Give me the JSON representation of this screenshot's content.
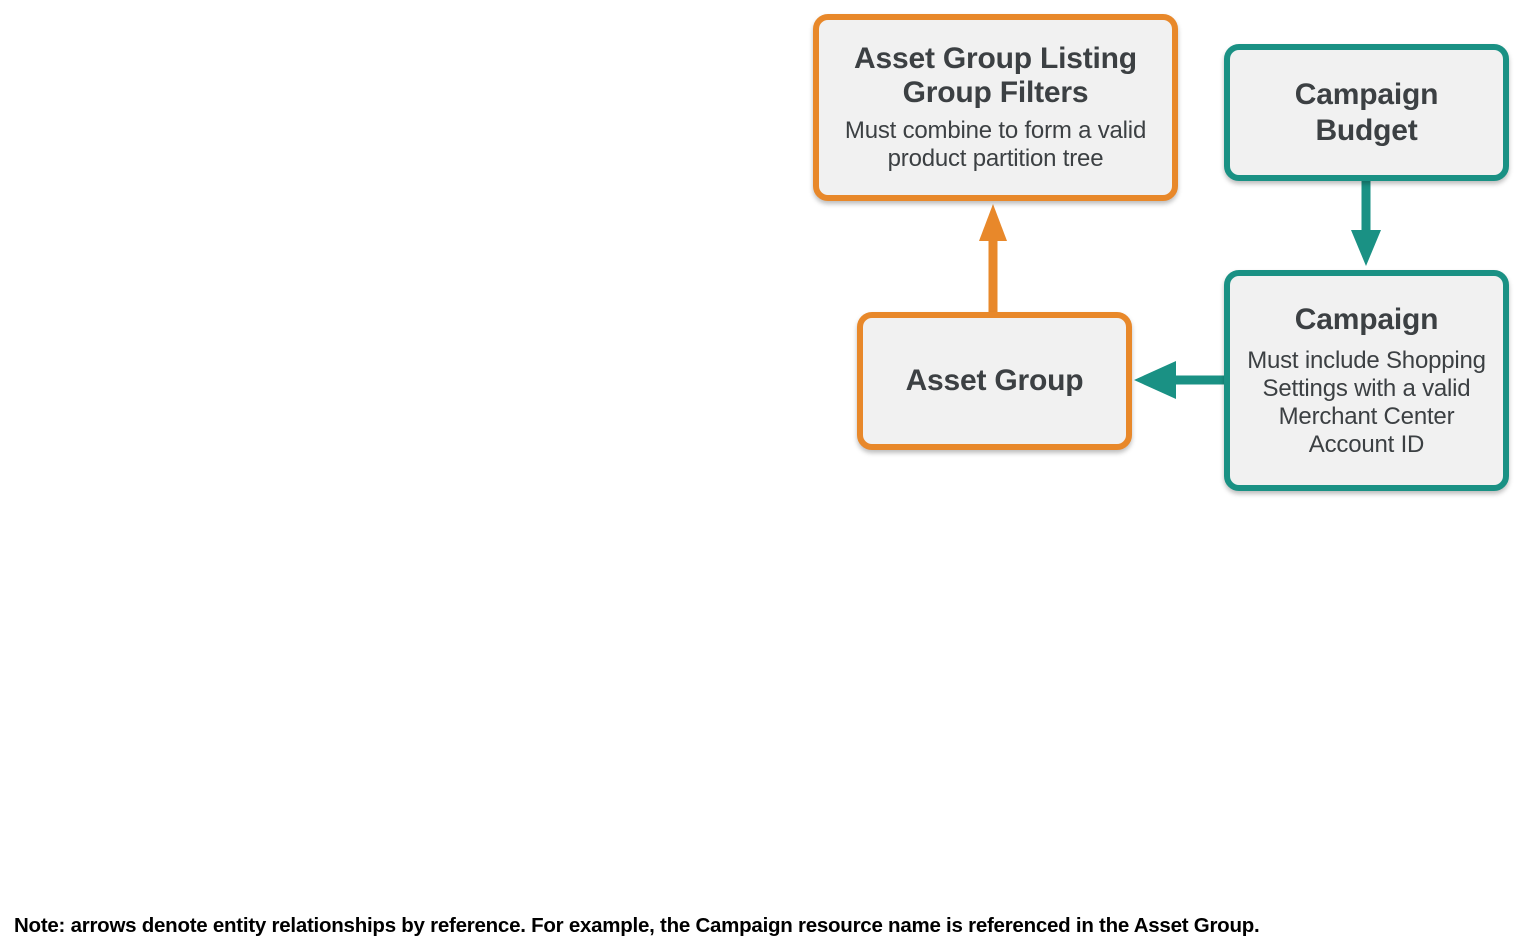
{
  "diagram": {
    "type": "entity-relationship",
    "colors": {
      "orange": "#e8882a",
      "teal": "#1a9184",
      "node_fill": "#f1f1f1",
      "node_text": "#3c4043",
      "note_text": "#000000",
      "background": "#ffffff"
    },
    "nodes": [
      {
        "id": "asset-group-listing-group-filters",
        "title": "Asset Group Listing Group Filters",
        "subtitle": "Must combine to form a valid product partition tree",
        "accent": "orange"
      },
      {
        "id": "campaign-budget",
        "title": "Campaign Budget",
        "subtitle": "",
        "accent": "teal"
      },
      {
        "id": "asset-group",
        "title": "Asset Group",
        "subtitle": "",
        "accent": "orange"
      },
      {
        "id": "campaign",
        "title": "Campaign",
        "subtitle": "Must include Shopping Settings with a valid Merchant Center Account ID",
        "accent": "teal"
      }
    ],
    "edges": [
      {
        "id": "asset-group-to-listing-group-filters",
        "from": "asset-group",
        "to": "asset-group-listing-group-filters",
        "direction": "up",
        "color": "#e8882a"
      },
      {
        "id": "campaign-budget-to-campaign",
        "from": "campaign-budget",
        "to": "campaign",
        "direction": "down",
        "color": "#1a9184"
      },
      {
        "id": "campaign-to-asset-group",
        "from": "campaign",
        "to": "asset-group",
        "direction": "left",
        "color": "#1a9184"
      }
    ],
    "note": "Note: arrows denote entity relationships by reference. For example, the Campaign resource name is referenced in the Asset Group."
  }
}
